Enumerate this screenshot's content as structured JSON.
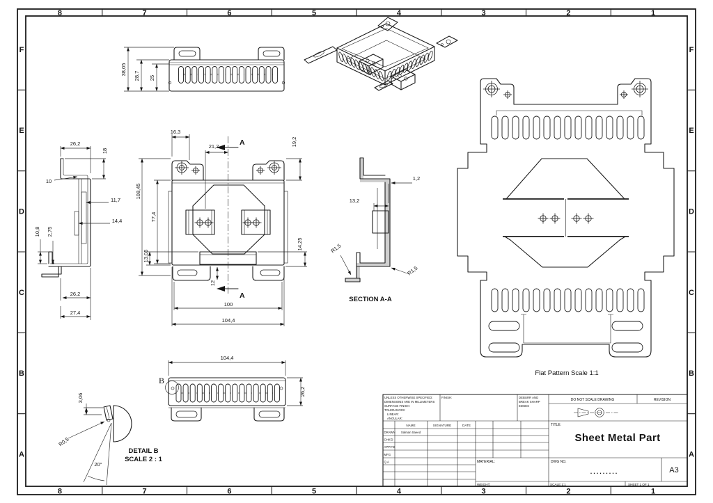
{
  "sheet": {
    "cols": [
      "8",
      "7",
      "6",
      "5",
      "4",
      "3",
      "2",
      "1"
    ],
    "rows": [
      "F",
      "E",
      "D",
      "C",
      "B",
      "A"
    ],
    "line_color": "#1c1c1c",
    "background": "#ffffff"
  },
  "views": {
    "top": {
      "d38": "38,05",
      "d28": "28,7",
      "d25": "25"
    },
    "side": {
      "w_top": "26,2",
      "d18": "18",
      "d10": "10",
      "d117": "11,7",
      "d144": "14,4",
      "d108": "10,8",
      "d275": "2,75",
      "w_bot": "26,2",
      "w_out": "27,4"
    },
    "gutter": {
      "h_total": "108,45",
      "h_body": "77,4",
      "h_tab": "13,05"
    },
    "front": {
      "d163": "16,3",
      "d212": "21,2",
      "d192": "19,2",
      "d1425": "14,25",
      "d12": "12",
      "w100": "100",
      "w104": "104,4",
      "marker": "A"
    },
    "section": {
      "label": "SECTION A-A",
      "t": "1,2",
      "w": "13,2",
      "r1": "R1,5",
      "r2": "R1,5"
    },
    "flat": {
      "label": "Flat Pattern Scale 1:1"
    },
    "bottom": {
      "w104": "104,4",
      "h262": "26,2",
      "marker": "B"
    },
    "detail": {
      "name": "DETAIL B",
      "scale": "SCALE 2 : 1",
      "d306": "3,06",
      "r05": "R0,5",
      "a20": "20°"
    }
  },
  "title_block": {
    "spec1": "UNLESS OTHERWISE SPECIFIED:",
    "spec2": "DIMENSIONS ARE IN MILLIMETERS",
    "spec3": "SURFACE FINISH:",
    "spec4": "TOLERANCES:",
    "spec5": "LINEAR:",
    "spec6": "ANGULAR:",
    "finish": "FINISH:",
    "deburr1": "DEBURR AND",
    "deburr2": "BREAK SHARP",
    "deburr3": "EDGES",
    "do_not_scale": "DO NOT SCALE DRAWING",
    "revision": "REVISION",
    "name_h": "NAME",
    "sig_h": "SIGNATURE",
    "date_h": "DATE",
    "r_drawn": "DRAWN",
    "r_chkd": "CHK'D",
    "r_appvd": "APPV'D",
    "r_mfg": "MFG",
    "r_qa": "Q.A",
    "drawn_name": "Salman Saeed",
    "title_label": "TITLE:",
    "title": "Sheet Metal Part",
    "material": "MATERIAL:",
    "weight": "WEIGHT:",
    "dwg_label": "DWG NO.",
    "dwg_value": ".........",
    "size": "A3",
    "scale": "SCALE:1:1",
    "sheet_no": "SHEET 1 OF 1"
  }
}
